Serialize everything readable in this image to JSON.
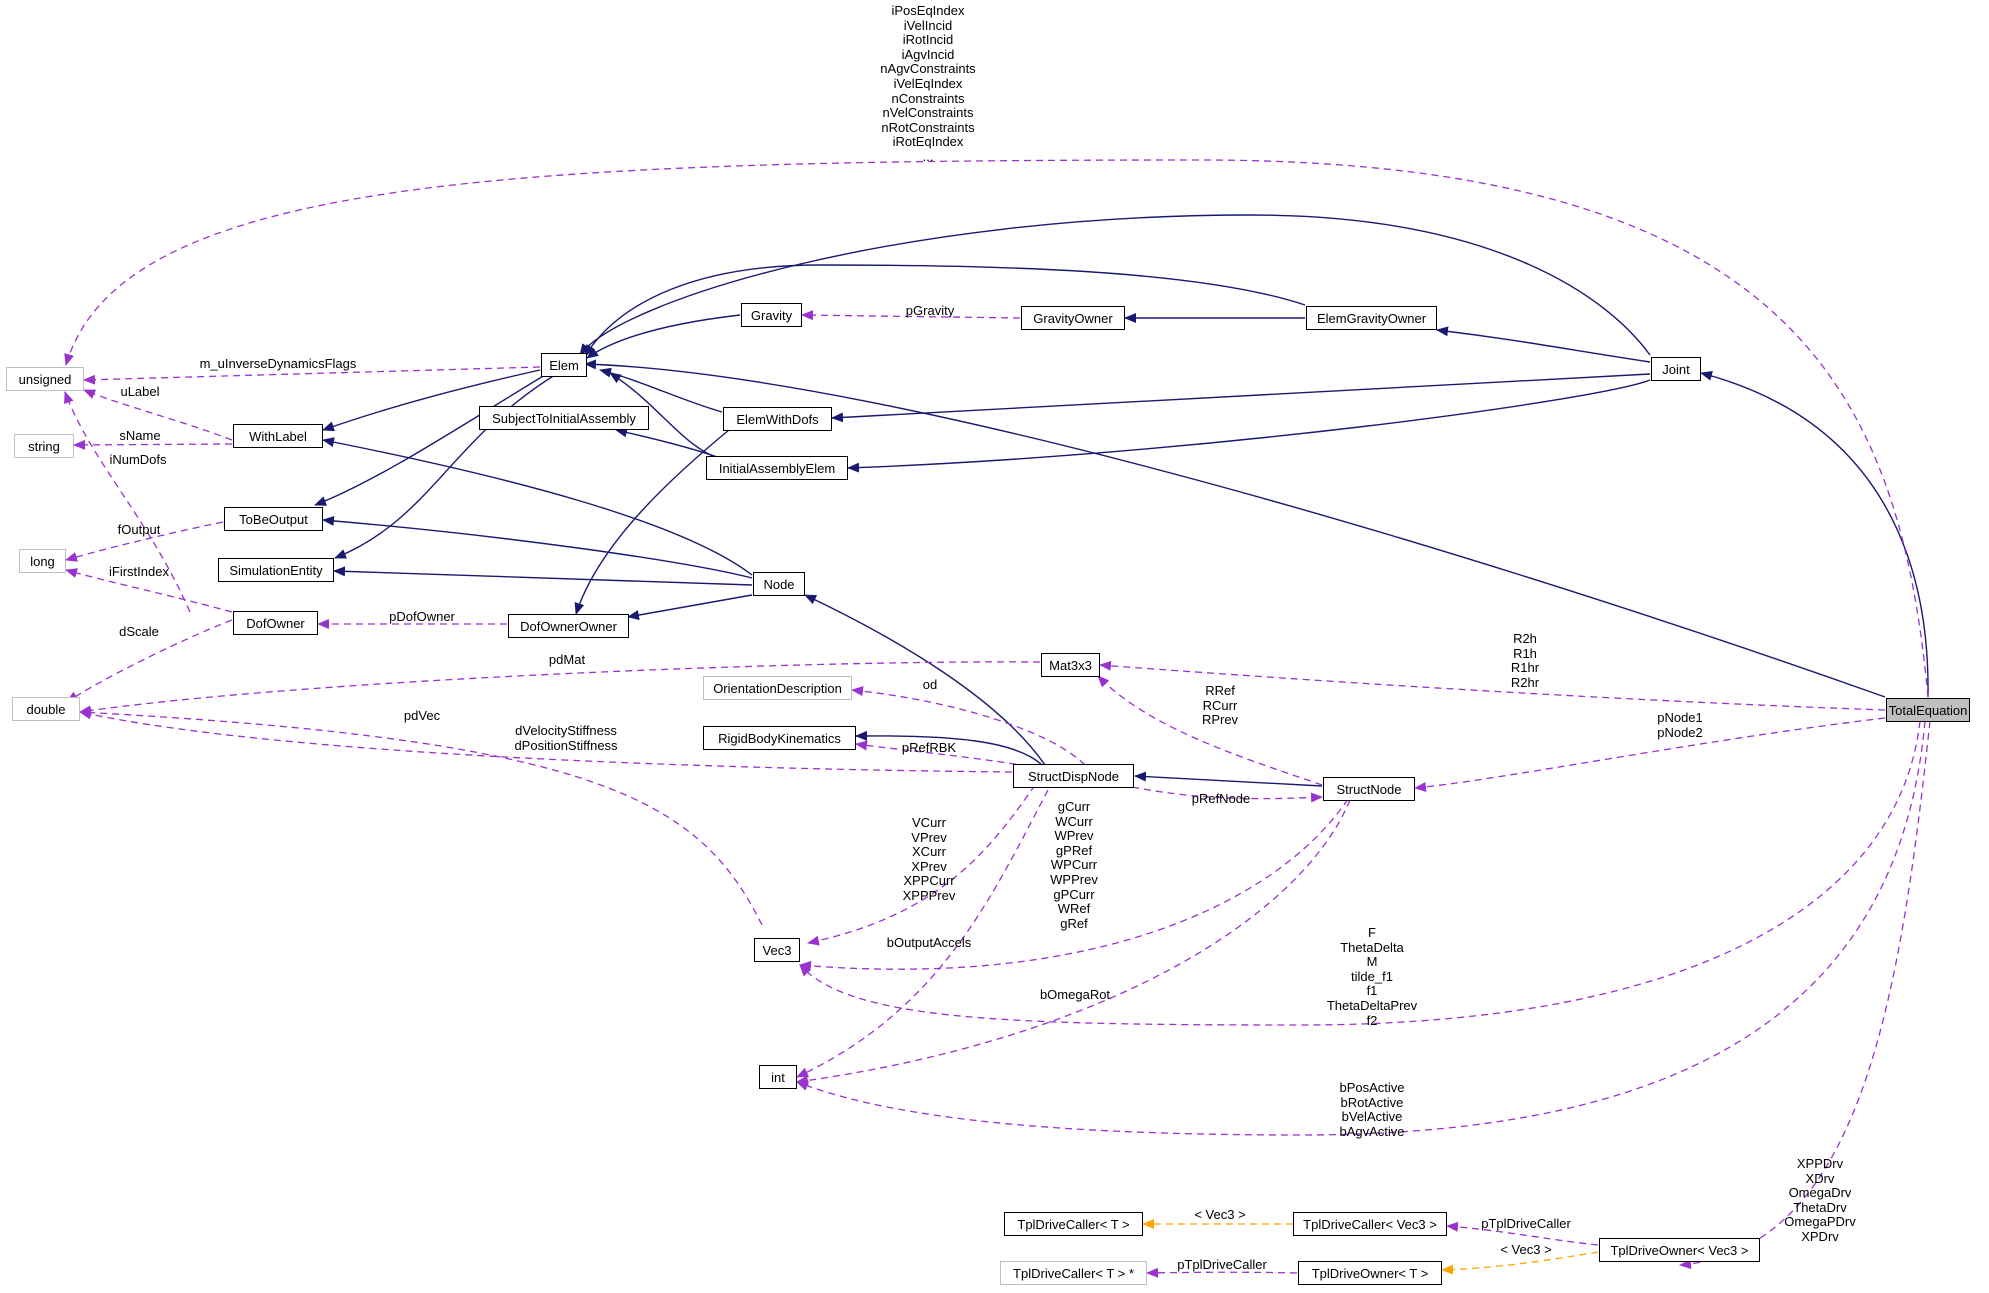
{
  "nodes": {
    "total_equation": "TotalEquation",
    "joint": "Joint",
    "elem_gravity_owner": "ElemGravityOwner",
    "gravity_owner": "GravityOwner",
    "gravity": "Gravity",
    "elem": "Elem",
    "unsigned": "unsigned",
    "string": "string",
    "long": "long",
    "double": "double",
    "with_label": "WithLabel",
    "to_be_output": "ToBeOutput",
    "simulation_entity": "SimulationEntity",
    "dof_owner": "DofOwner",
    "subject_to_initial_assembly": "SubjectToInitialAssembly",
    "elem_with_dofs": "ElemWithDofs",
    "initial_assembly_elem": "InitialAssemblyElem",
    "node": "Node",
    "dof_owner_owner": "DofOwnerOwner",
    "mat3x3": "Mat3x3",
    "orientation_description": "OrientationDescription",
    "rigid_body_kinematics": "RigidBodyKinematics",
    "struct_disp_node": "StructDispNode",
    "struct_node": "StructNode",
    "vec3": "Vec3",
    "int": "int",
    "tpl_drive_caller_t": "TplDriveCaller< T >",
    "tpl_drive_caller_vec3": "TplDriveCaller< Vec3 >",
    "tpl_drive_owner_vec3": "TplDriveOwner< Vec3 >",
    "tpl_drive_caller_t_ptr": "TplDriveCaller< T > *",
    "tpl_drive_owner_t": "TplDriveOwner< T >"
  },
  "labels": {
    "unsigned_members": "iPosEqIndex\niVelIncid\niRotIncid\niAgvIncid\nnAgvConstraints\niVelEqIndex\nnConstraints\nnVelConstraints\nnRotConstraints\niRotEqIndex\n...",
    "p_gravity": "pGravity",
    "m_u_inverse_dynamics_flags": "m_uInverseDynamicsFlags",
    "u_label": "uLabel",
    "s_name": "sName",
    "i_num_dofs": "iNumDofs",
    "f_output": "fOutput",
    "i_first_index": "iFirstIndex",
    "d_scale": "dScale",
    "p_dof_owner": "pDofOwner",
    "pd_mat": "pdMat",
    "mat_members": "R2h\nR1h\nR1hr\nR2hr",
    "od": "od",
    "r_members": "RRef\nRCurr\nRPrev",
    "p_nodes": "pNode1\npNode2",
    "pd_vec": "pdVec",
    "stiffness": "dVelocityStiffness\ndPositionStiffness",
    "p_ref_rbk": "pRefRBK",
    "p_ref_node": "pRefNode",
    "vec_members_sdn": "VCurr\nVPrev\nXCurr\nXPrev\nXPPCurr\nXPPPrev",
    "vec_members_sn": "gCurr\nWCurr\nWPrev\ngPRef\nWPCurr\nWPPrev\ngPCurr\nWRef\ngRef",
    "b_output_accels": "bOutputAccels",
    "b_omega_rot": "bOmegaRot",
    "vec_members_te": "F\nThetaDelta\nM\ntilde_f1\nf1\nThetaDeltaPrev\nf2",
    "int_members": "bPosActive\nbRotActive\nbVelActive\nbAgvActive",
    "drv_members": "XPPDrv\nXDrv\nOmegaDrv\nThetaDrv\nOmegaPDrv\nXPDrv",
    "vec3_template": "< Vec3 >",
    "vec3_template_2": "< Vec3 >",
    "p_tpl_drive_caller": "pTplDriveCaller",
    "p_tpl_drive_caller_2": "pTplDriveCaller"
  },
  "colors": {
    "inheritance": "#191970",
    "usage": "#9a32cd",
    "template": "#ffa500",
    "focus_fill": "#bfbfbf",
    "external_border": "#bfbfbf"
  }
}
